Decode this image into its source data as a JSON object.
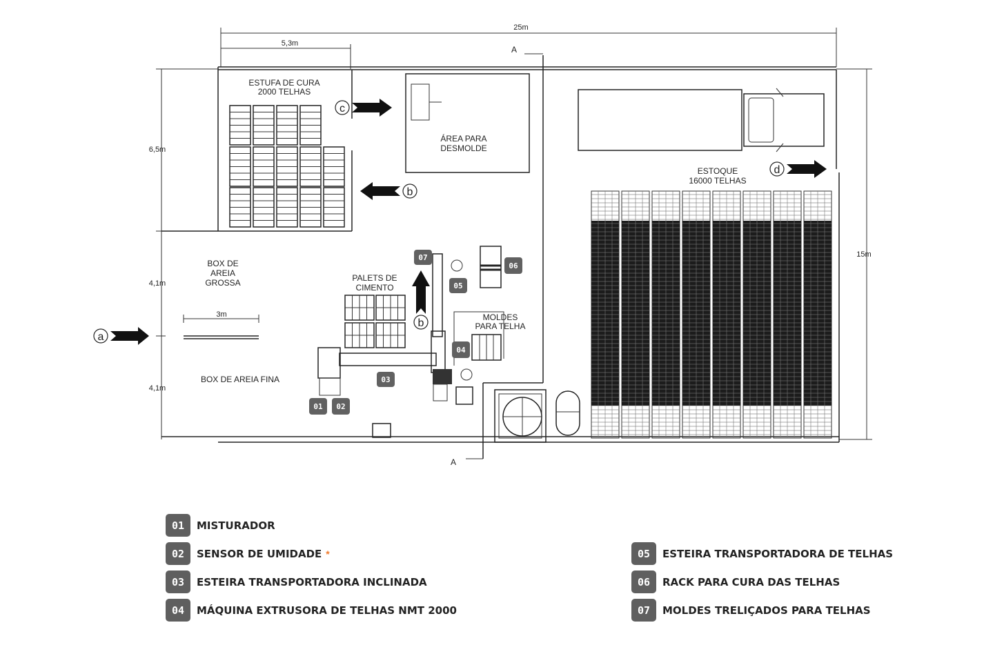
{
  "dimensions": {
    "total_width": "25m",
    "estufa_width": "5,3m",
    "estufa_depth": "6,5m",
    "box_grossa_depth": "4,1m",
    "box_fina_depth": "4,1m",
    "total_depth": "15m",
    "partition": "3m"
  },
  "section_marker": "A",
  "areas": {
    "estufa_line1": "ESTUFA DE CURA",
    "estufa_line2": "2000 TELHAS",
    "desmolde_line1": "ÁREA PARA",
    "desmolde_line2": "DESMOLDE",
    "estoque_line1": "ESTOQUE",
    "estoque_line2": "16000 TELHAS",
    "box_grossa_line1": "BOX DE",
    "box_grossa_line2": "AREIA",
    "box_grossa_line3": "GROSSA",
    "box_fina": "BOX DE AREIA FINA",
    "palets_line1": "PALETS DE",
    "palets_line2": "CIMENTO",
    "moldes_line1": "MOLDES",
    "moldes_line2": "PARA TELHA"
  },
  "flow_markers": [
    "a",
    "b",
    "c",
    "d"
  ],
  "badges": [
    "01",
    "02",
    "03",
    "04",
    "05",
    "06",
    "07"
  ],
  "legend": [
    {
      "code": "01",
      "label": "MISTURADOR"
    },
    {
      "code": "02",
      "label": "SENSOR DE UMIDADE",
      "asterisk": "*"
    },
    {
      "code": "03",
      "label": "ESTEIRA TRANSPORTADORA INCLINADA"
    },
    {
      "code": "04",
      "label": "MÁQUINA EXTRUSORA DE TELHAS NMT 2000"
    },
    {
      "code": "05",
      "label": "ESTEIRA TRANSPORTADORA DE TELHAS"
    },
    {
      "code": "06",
      "label": "RACK PARA CURA DAS TELHAS"
    },
    {
      "code": "07",
      "label": "MOLDES TRELIÇADOS PARA TELHAS"
    }
  ],
  "colors": {
    "badge": "#616161",
    "asterisk": "#f07a2a",
    "line": "#222222"
  }
}
